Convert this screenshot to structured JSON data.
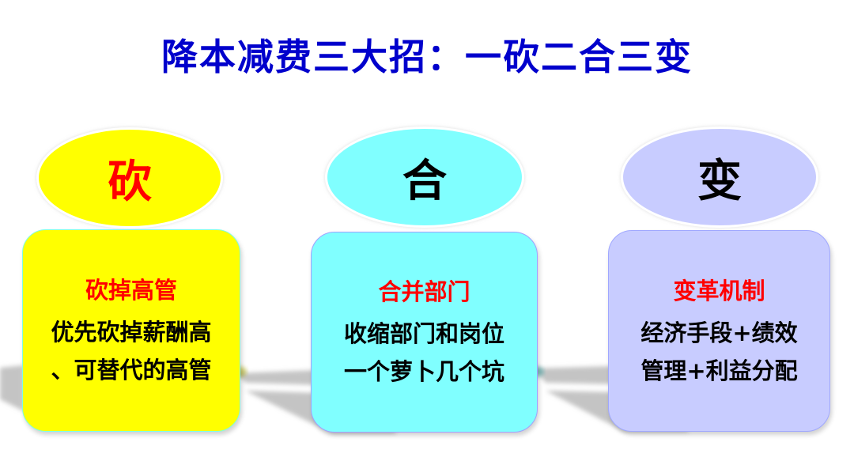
{
  "title": "降本减费三大招：一砍二合三变",
  "colors": {
    "title": "#0000cc",
    "heading": "#ff0000",
    "yellow": "#ffff00",
    "cyan": "#80ffff",
    "lavender": "#c8ccff"
  },
  "columns": [
    {
      "key": "kan",
      "ellipse_label": "砍",
      "heading": "砍掉高管",
      "lines": [
        "优先砍掉薪酬高",
        "、可替代的高管"
      ]
    },
    {
      "key": "he",
      "ellipse_label": "合",
      "heading": "合并部门",
      "lines": [
        "收缩部门和岗位",
        "一个萝卜几个坑"
      ]
    },
    {
      "key": "bian",
      "ellipse_label": "变",
      "heading": "变革机制",
      "lines": [
        "经济手段+绩效",
        "管理+利益分配"
      ]
    }
  ]
}
